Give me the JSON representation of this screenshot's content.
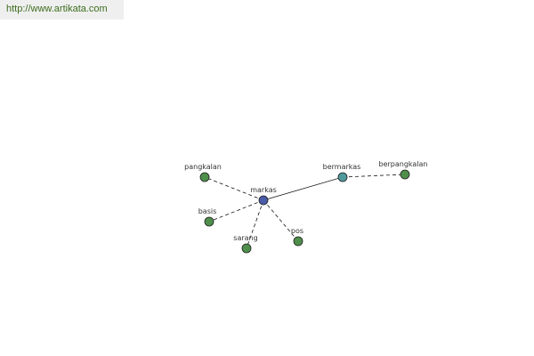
{
  "banner": {
    "url_text": "http://www.artikata.com"
  },
  "colors": {
    "center_node": "#4a5ca8",
    "related_node": "#4f9a9c",
    "synonym_node": "#4f8f4c",
    "node_stroke": "#1e1e1e",
    "edge": "#111111"
  },
  "graph": {
    "nodes": [
      {
        "id": "markas",
        "label": "markas",
        "kind": "center"
      },
      {
        "id": "bermarkas",
        "label": "bermarkas",
        "kind": "related"
      },
      {
        "id": "berpangkalan",
        "label": "berpangkalan",
        "kind": "synonym"
      },
      {
        "id": "pangkalan",
        "label": "pangkalan",
        "kind": "synonym"
      },
      {
        "id": "basis",
        "label": "basis",
        "kind": "synonym"
      },
      {
        "id": "sarang",
        "label": "sarang",
        "kind": "synonym"
      },
      {
        "id": "pos",
        "label": "pos",
        "kind": "synonym"
      }
    ],
    "edges": [
      {
        "from": "markas",
        "to": "bermarkas",
        "style": "solid"
      },
      {
        "from": "bermarkas",
        "to": "berpangkalan",
        "style": "dashed"
      },
      {
        "from": "markas",
        "to": "pangkalan",
        "style": "dashed"
      },
      {
        "from": "markas",
        "to": "basis",
        "style": "dashed"
      },
      {
        "from": "markas",
        "to": "sarang",
        "style": "dashed"
      },
      {
        "from": "markas",
        "to": "pos",
        "style": "dashed"
      }
    ]
  }
}
